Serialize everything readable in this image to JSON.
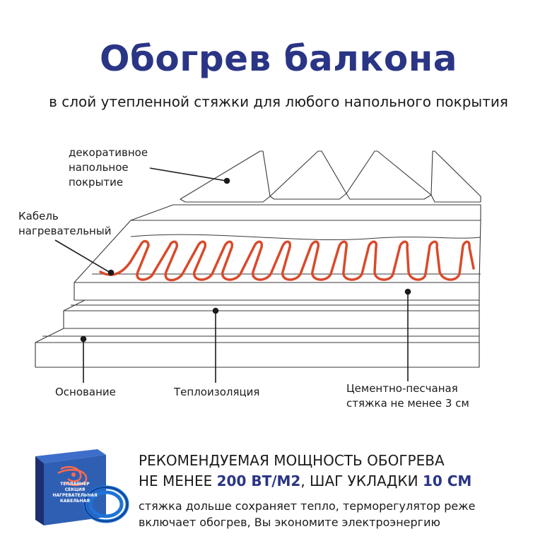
{
  "header": {
    "title": "Обогрев балкона",
    "subtitle": "в слой утепленной стяжки для любого напольного покрытия"
  },
  "labels": {
    "floor_cover": [
      "декоративное",
      "напольное",
      "покрытие"
    ],
    "cable": [
      "Кабель",
      "нагревательный"
    ],
    "base": "Основание",
    "insulation": "Теплоизоляция",
    "screed": [
      "Цементно-песчаная",
      "стяжка не менее 3 см"
    ]
  },
  "product": {
    "brand": "ТЕПЛАЙНЕР",
    "box_lines": [
      "СЕКЦИЯ",
      "НАГРЕВАТЕЛЬНАЯ",
      "КАБЕЛЬНАЯ"
    ]
  },
  "recommendation": {
    "line1": "РЕКОМЕНДУЕМАЯ МОЩНОСТЬ ОБОГРЕВА",
    "line2_prefix": "НЕ МЕНЕЕ ",
    "power": "200 ВТ/М2",
    "line2_mid": ", ШАГ УКЛАДКИ ",
    "step": "10 СМ",
    "note_line1": "стяжка дольше сохраняет тепло, терморегулятор реже",
    "note_line2": "включает обогрев, Вы экономите электроэнергию"
  },
  "colors": {
    "title": "#2a3585",
    "cable": "#d94a2b",
    "accent": "#2a3585",
    "box_blue": "#2f5fb3",
    "box_dark": "#1d2e73",
    "line": "#3a3a3a"
  }
}
